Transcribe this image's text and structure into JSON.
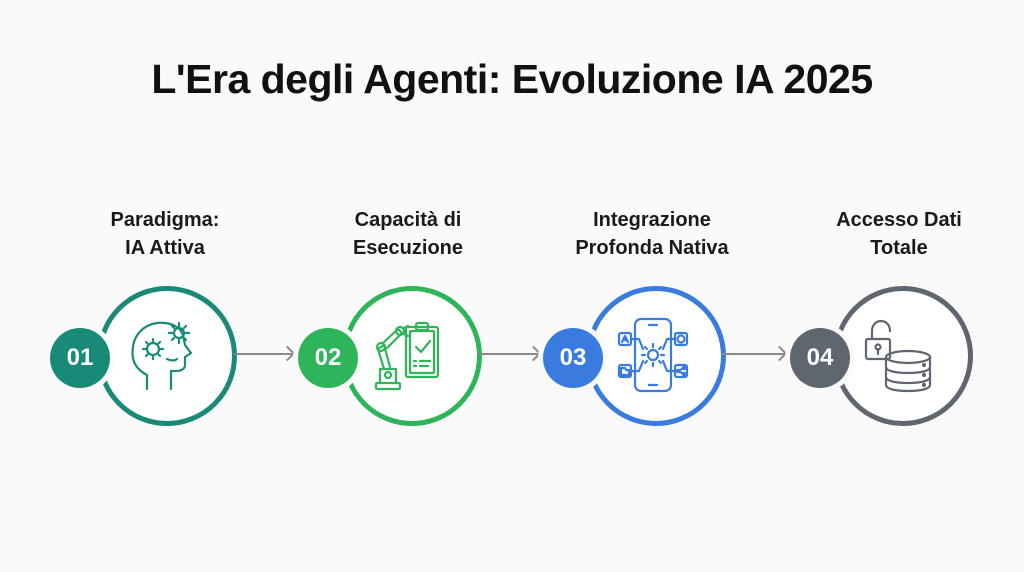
{
  "title": "L'Era degli Agenti: Evoluzione IA 2025",
  "steps": [
    {
      "number": "01",
      "label_line1": "Paradigma:",
      "label_line2": "IA Attiva",
      "icon": "head-gears-icon",
      "color": "#1a8a78"
    },
    {
      "number": "02",
      "label_line1": "Capacità di",
      "label_line2": "Esecuzione",
      "icon": "robot-arm-clipboard-icon",
      "color": "#2fb559"
    },
    {
      "number": "03",
      "label_line1": "Integrazione",
      "label_line2": "Profonda Nativa",
      "icon": "smartphone-integration-icon",
      "color": "#3a7be0"
    },
    {
      "number": "04",
      "label_line1": "Accesso Dati",
      "label_line2": "Totale",
      "icon": "unlocked-database-icon",
      "color": "#5f6670"
    }
  ],
  "connector_color": "#8a8a8a"
}
